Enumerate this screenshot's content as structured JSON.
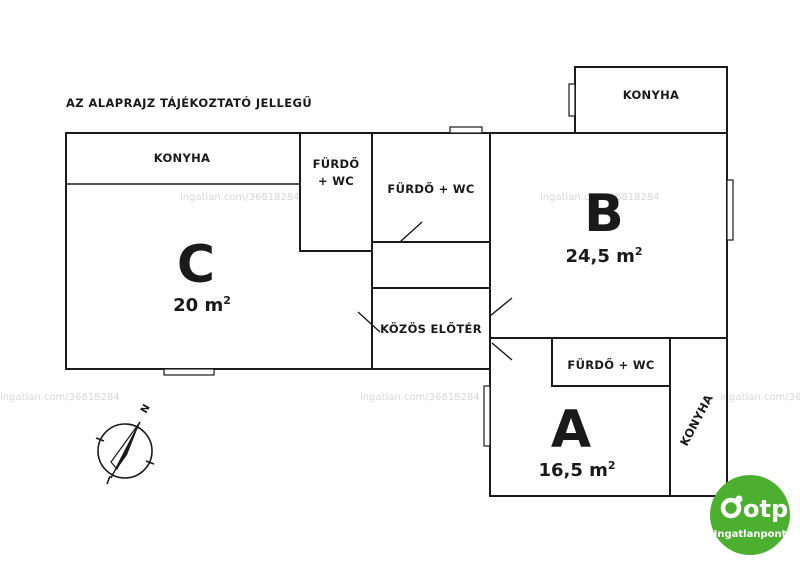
{
  "note": "AZ ALAPRAJZ TÁJÉKOZTATÓ JELLEGŰ",
  "watermark": "ingatlan.com/36818284",
  "rooms": {
    "c_konyha": "KONYHA",
    "c_furdo_1": "FÜRDŐ",
    "c_furdo_2": "+ WC",
    "c_letter": "C",
    "c_area": "20 m",
    "mid_furdo": "FÜRDŐ + WC",
    "kozos": "KÖZÖS ELŐTÉR",
    "b_konyha": "KONYHA",
    "b_letter": "B",
    "b_area": "24,5 m",
    "a_furdo": "FÜRDŐ + WC",
    "a_letter": "A",
    "a_area": "16,5 m",
    "a_konyha": "KONYHA",
    "sq": "2"
  },
  "compass": {
    "label": "N"
  },
  "logo": {
    "name": "otp",
    "sub": "Ingatlanpont",
    "color": "#4caf2f"
  },
  "colors": {
    "line": "#1a1a1a",
    "background": "#ffffff"
  }
}
